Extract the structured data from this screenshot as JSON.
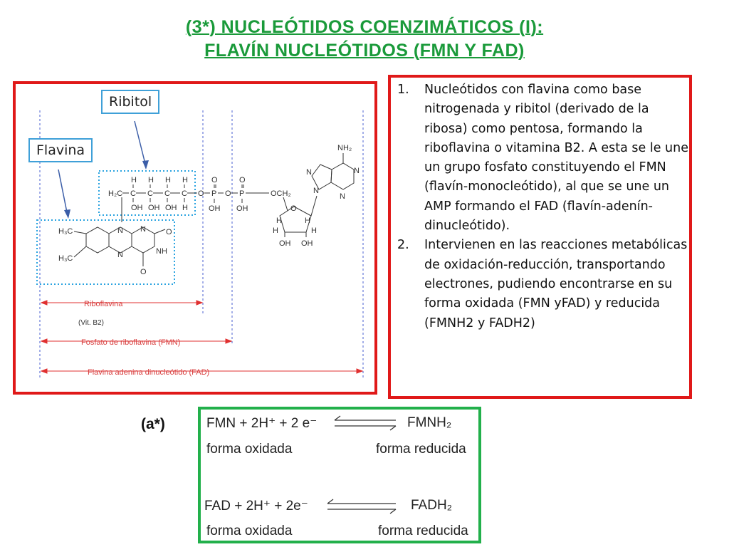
{
  "title": {
    "line1": "(3*) NUCLEÓTIDOS COENZIMÁTICOS (I):",
    "line2": "FLAVÍN NUCLEÓTIDOS (FMN Y FAD)"
  },
  "diagram": {
    "callout_ribitol": "Ribitol",
    "callout_flavina": "Flavina",
    "ribitol_H": "H",
    "ribitol_H2C": "H₂C",
    "ribitol_C": "C",
    "ribitol_OH": "OH",
    "ribitol_O": "O",
    "P": "P",
    "O": "O",
    "OH": "OH",
    "OCH2": "OCH₂",
    "H": "H",
    "NH2": "NH₂",
    "N": "N",
    "NH": "NH",
    "H3C": "H₃C",
    "span_riboflavina": "Riboflavina",
    "span_vitb2": "(Vit. B2)",
    "span_fmn": "Fosfato de riboflavina (FMN)",
    "span_fad": "Flavina adenina dinucleótido (FAD)"
  },
  "list": [
    {
      "num": "1.",
      "text": "Nucleótidos  con flavina como base nitrogenada y ribitol (derivado de la ribosa) como pentosa, formando la riboflavina o vitamina B2. A esta se le une un grupo fosfato constituyendo el FMN (flavín-monocleótido), al que se une un AMP formando el FAD (flavín-adenín-dinucleótido)."
    },
    {
      "num": "2.",
      "text": "Intervienen  en las reacciones metabólicas de oxidación-reducción, transportando electrones, pudiendo encontrarse en su forma oxidada (FMN yFAD) y reducida (FMNH2 y FADH2)"
    }
  ],
  "reactions_key": "(a*)",
  "reactions": [
    {
      "left": "FMN + 2H⁺ + 2 e⁻",
      "right": "FMNH₂",
      "left_label": "forma oxidada",
      "right_label": "forma reducida"
    },
    {
      "left": "FAD + 2H⁺ + 2e⁻",
      "right": "FADH₂",
      "left_label": "forma oxidada",
      "right_label": "forma reducida"
    }
  ]
}
